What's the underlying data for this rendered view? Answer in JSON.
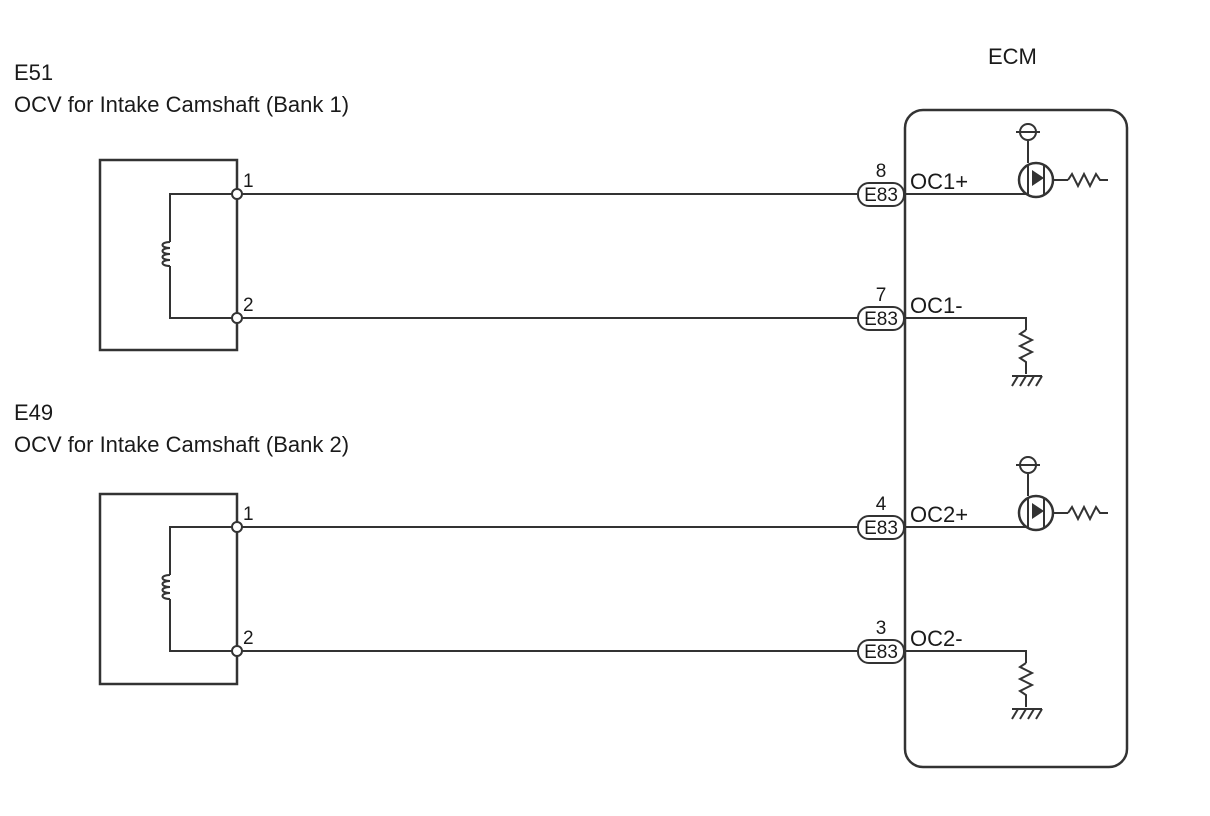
{
  "ecm": {
    "label": "ECM",
    "connector_id": "E83",
    "terminals": [
      {
        "pin": "8",
        "name": "OC1+",
        "kind": "driver"
      },
      {
        "pin": "7",
        "name": "OC1-",
        "kind": "ground"
      },
      {
        "pin": "4",
        "name": "OC2+",
        "kind": "driver"
      },
      {
        "pin": "3",
        "name": "OC2-",
        "kind": "ground"
      }
    ]
  },
  "components": [
    {
      "id": "E51",
      "name": "OCV for Intake Camshaft (Bank 1)",
      "pins": [
        "1",
        "2"
      ]
    },
    {
      "id": "E49",
      "name": "OCV for Intake Camshaft (Bank 2)",
      "pins": [
        "1",
        "2"
      ]
    }
  ],
  "colors": {
    "line": "#333333",
    "text": "#1a1a1a",
    "background": "#ffffff"
  }
}
